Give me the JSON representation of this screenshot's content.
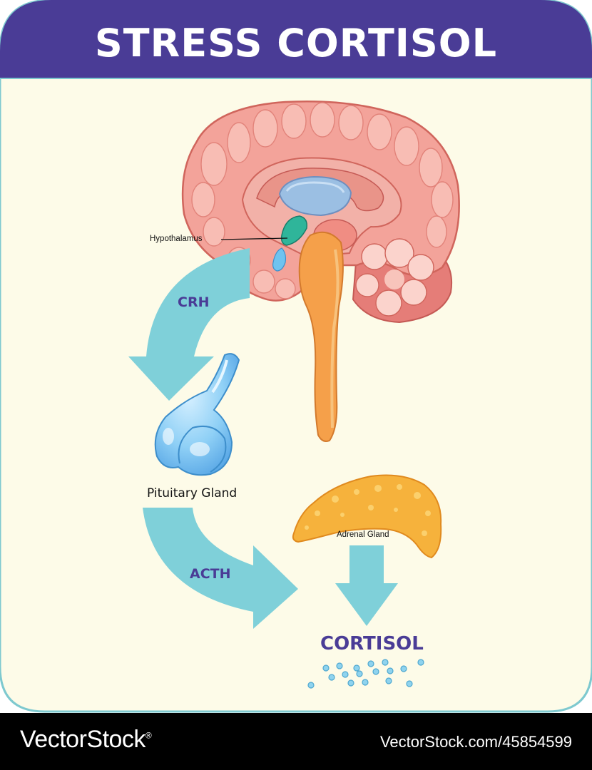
{
  "title": "STRESS CORTISOL",
  "labels": {
    "hypothalamus": "Hypothalamus",
    "crh": "CRH",
    "pituitary": "Pituitary Gland",
    "acth": "ACTH",
    "adrenal": "Adrenal Gland",
    "cortisol": "CORTISOL"
  },
  "footer": {
    "brand": "VectorStock",
    "brand_mark": "®",
    "stock_id": "VectorStock.com/45854599"
  },
  "colors": {
    "header": "#4a3c96",
    "background": "#fdfbe8",
    "border": "#7ec9cf",
    "arrow": "#7fd0d9",
    "arrow_text": "#4a3c96",
    "brain": "#f3a39a",
    "brainstem": "#f5a04a",
    "pituitary": "#7ec6f2",
    "adrenal": "#f6b23c"
  }
}
